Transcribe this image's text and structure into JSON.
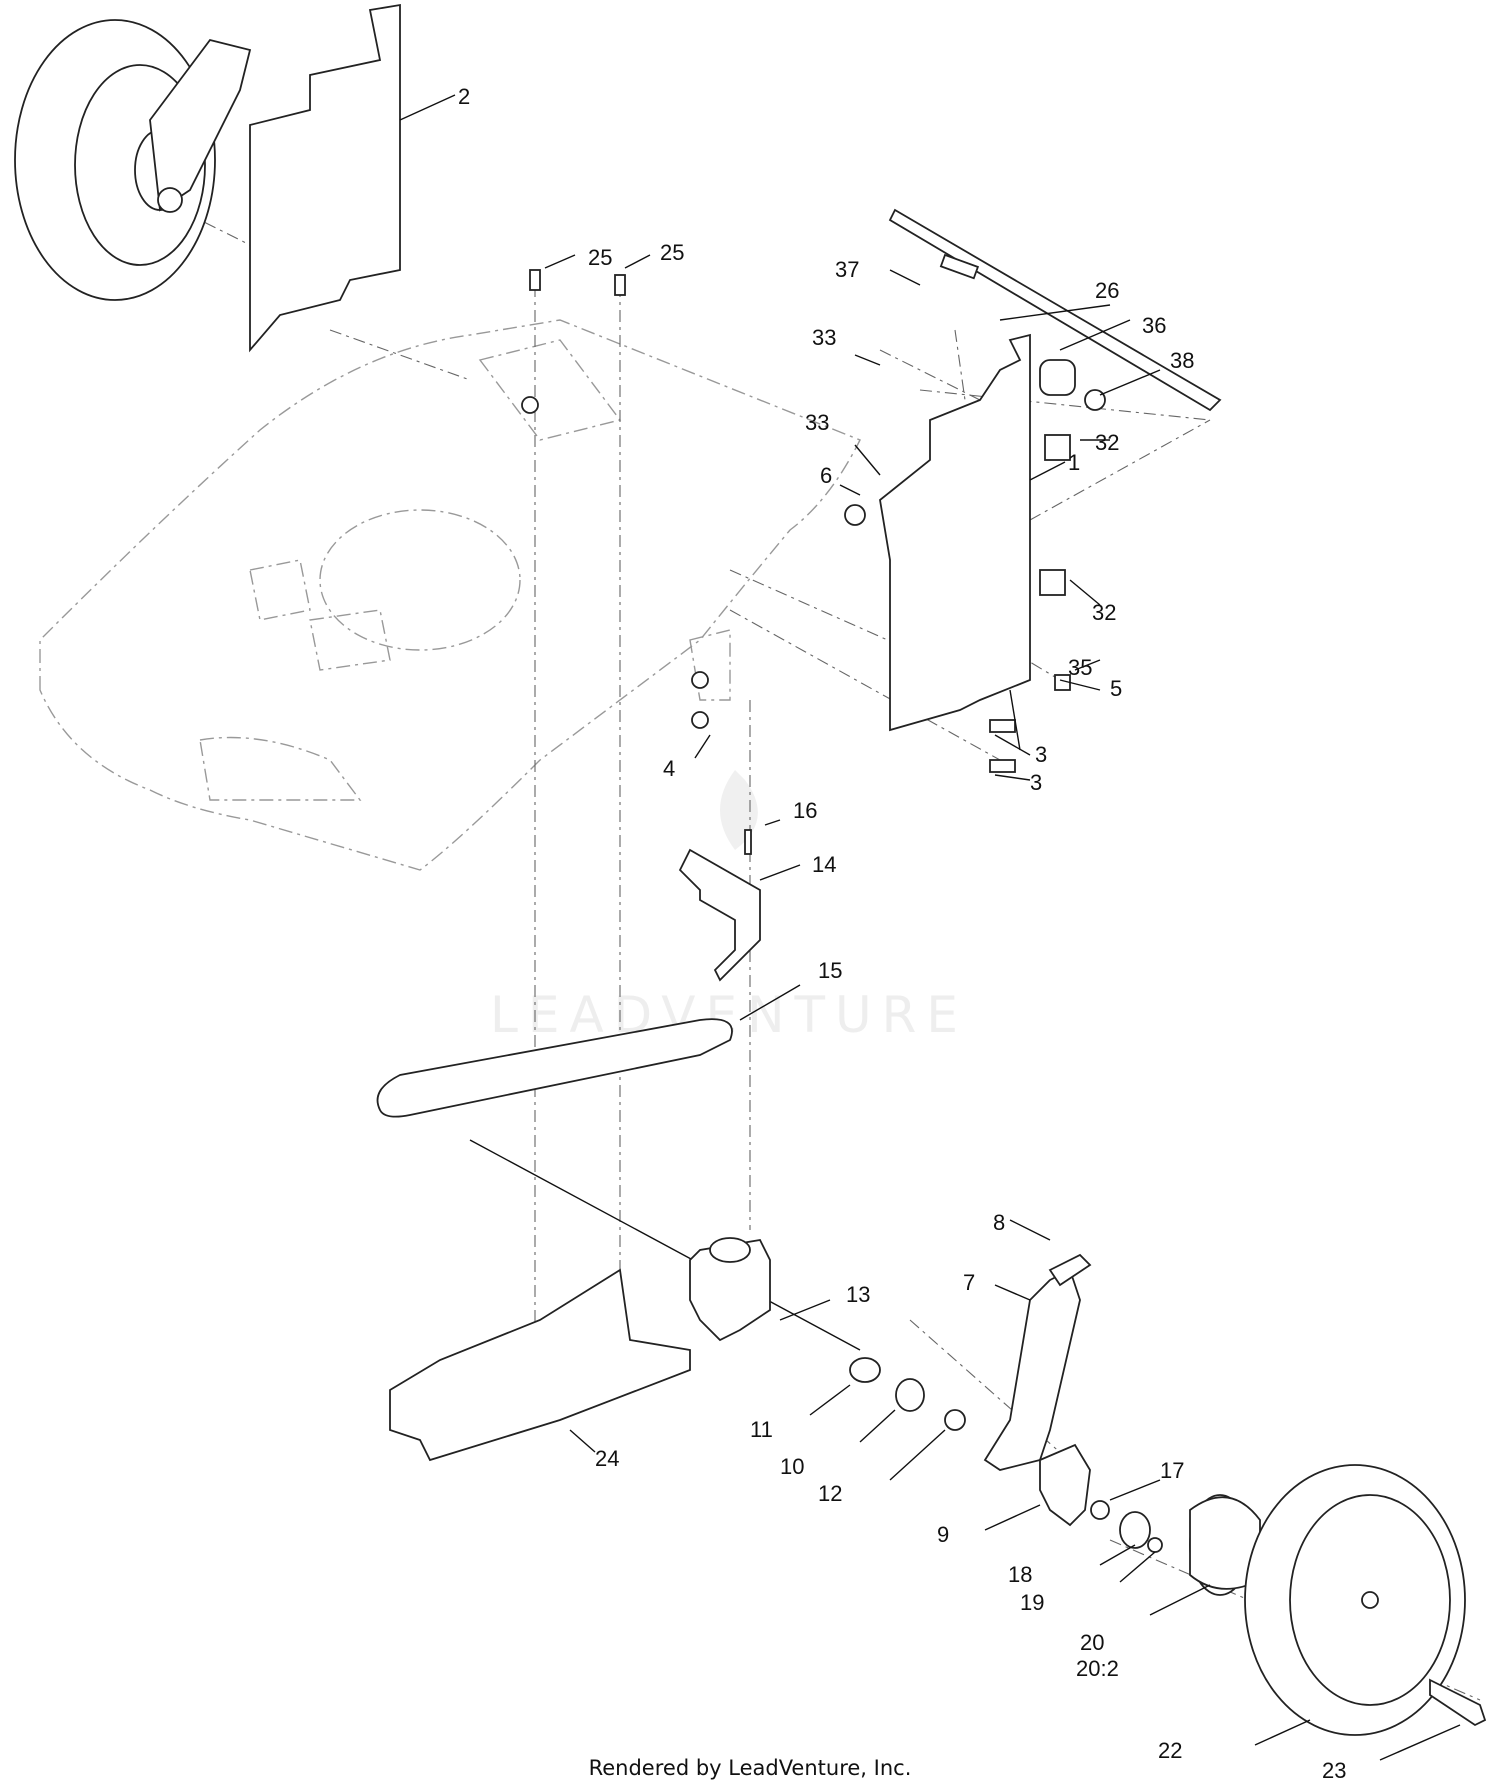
{
  "watermark": "LEADVENTURE",
  "footer": "Rendered by LeadVenture, Inc.",
  "callouts": [
    {
      "id": "c1",
      "text": "1"
    },
    {
      "id": "c2",
      "text": "2"
    },
    {
      "id": "c3a",
      "text": "3"
    },
    {
      "id": "c3b",
      "text": "3"
    },
    {
      "id": "c4",
      "text": "4"
    },
    {
      "id": "c5",
      "text": "5"
    },
    {
      "id": "c6",
      "text": "6"
    },
    {
      "id": "c7",
      "text": "7"
    },
    {
      "id": "c8",
      "text": "8"
    },
    {
      "id": "c9",
      "text": "9"
    },
    {
      "id": "c10",
      "text": "10"
    },
    {
      "id": "c11",
      "text": "11"
    },
    {
      "id": "c12",
      "text": "12"
    },
    {
      "id": "c13",
      "text": "13"
    },
    {
      "id": "c14",
      "text": "14"
    },
    {
      "id": "c15",
      "text": "15"
    },
    {
      "id": "c16",
      "text": "16"
    },
    {
      "id": "c17",
      "text": "17"
    },
    {
      "id": "c18",
      "text": "18"
    },
    {
      "id": "c19",
      "text": "19"
    },
    {
      "id": "c20",
      "text": "20"
    },
    {
      "id": "c20b",
      "text": "20:2"
    },
    {
      "id": "c22",
      "text": "22"
    },
    {
      "id": "c23",
      "text": "23"
    },
    {
      "id": "c24",
      "text": "24"
    },
    {
      "id": "c25a",
      "text": "25"
    },
    {
      "id": "c25b",
      "text": "25"
    },
    {
      "id": "c26",
      "text": "26"
    },
    {
      "id": "c32a",
      "text": "32"
    },
    {
      "id": "c32b",
      "text": "32"
    },
    {
      "id": "c33a",
      "text": "33"
    },
    {
      "id": "c33b",
      "text": "33"
    },
    {
      "id": "c35",
      "text": "35"
    },
    {
      "id": "c36",
      "text": "36"
    },
    {
      "id": "c37",
      "text": "37"
    },
    {
      "id": "c38",
      "text": "38"
    }
  ]
}
